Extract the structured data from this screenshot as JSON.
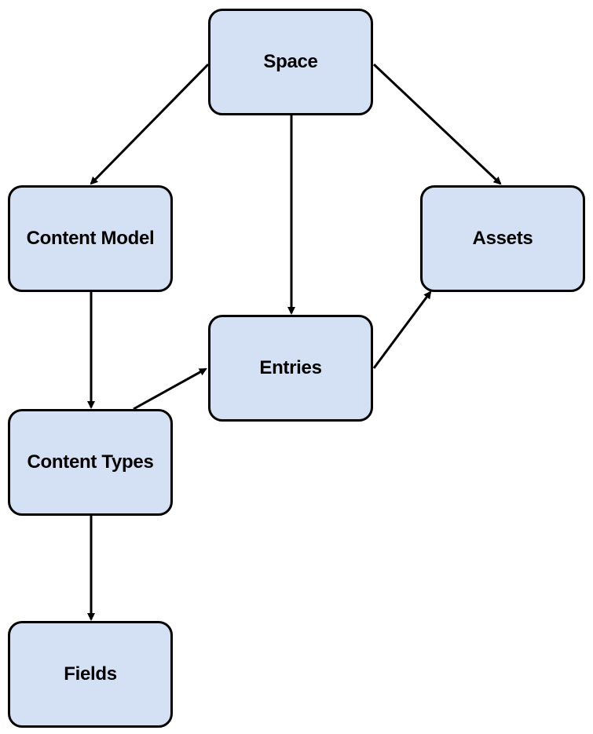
{
  "diagram": {
    "nodes": {
      "space": "Space",
      "content_model": "Content Model",
      "assets": "Assets",
      "entries": "Entries",
      "content_types": "Content Types",
      "fields": "Fields"
    },
    "edges": [
      {
        "from": "Space",
        "to": "Content Model"
      },
      {
        "from": "Space",
        "to": "Entries"
      },
      {
        "from": "Space",
        "to": "Assets"
      },
      {
        "from": "Content Model",
        "to": "Content Types"
      },
      {
        "from": "Content Types",
        "to": "Entries"
      },
      {
        "from": "Entries",
        "to": "Assets"
      },
      {
        "from": "Content Types",
        "to": "Fields"
      }
    ]
  },
  "colors": {
    "node_fill": "#d4e1f4",
    "node_border": "#000000",
    "edge": "#000000",
    "background": "#ffffff"
  }
}
